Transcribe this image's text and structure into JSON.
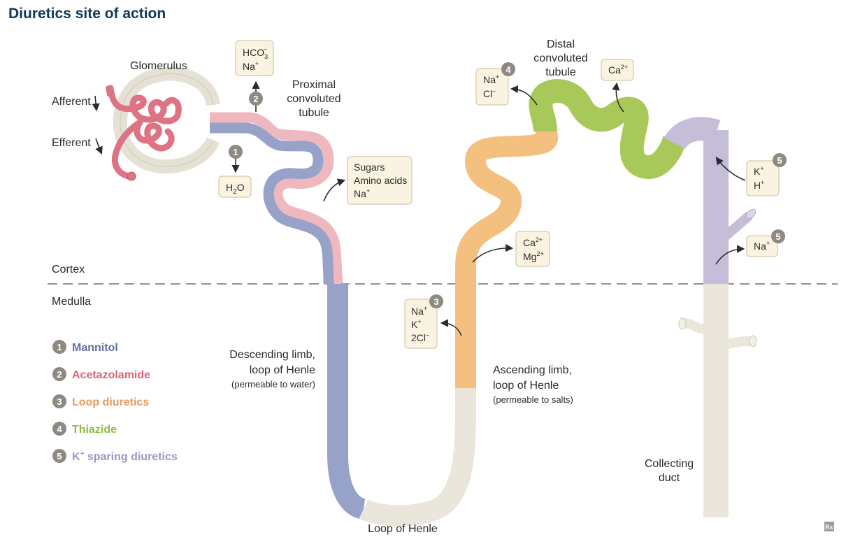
{
  "title": "Diuretics site of action",
  "regions": {
    "cortex": "Cortex",
    "medulla": "Medulla"
  },
  "structures": {
    "glomerulus": "Glomerulus",
    "afferent": "Afferent",
    "efferent": "Efferent",
    "pct_line1": "Proximal",
    "pct_line2": "convoluted",
    "pct_line3": "tubule",
    "dct_line1": "Distal",
    "dct_line2": "convoluted",
    "dct_line3": "tubule",
    "desc_line1": "Descending limb,",
    "desc_line2": "loop of Henle",
    "desc_note": "(permeable to water)",
    "asc_line1": "Ascending limb,",
    "asc_line2": "loop of Henle",
    "asc_note": "(permeable to salts)",
    "loop": "Loop of Henle",
    "cd_line1": "Collecting",
    "cd_line2": "duct"
  },
  "boxes": {
    "water": {
      "text": "H",
      "sub": "2",
      "tail": "O"
    },
    "bicarb": {
      "line1": "HCO",
      "line1_sub": "3",
      "line1_sup": "–",
      "line2": "Na",
      "line2_sup": "+"
    },
    "sugars": {
      "line1": "Sugars",
      "line2": "Amino acids",
      "line3": "Na",
      "line3_sup": "+"
    },
    "loop_ions": {
      "line1": "Na",
      "line1_sup": "+",
      "line2": "K",
      "line2_sup": "+",
      "line3": "2Cl",
      "line3_sup": "–"
    },
    "camg": {
      "line1": "Ca",
      "line1_sup": "2+",
      "line2": "Mg",
      "line2_sup": "2+"
    },
    "dct_nacl": {
      "line1": "Na",
      "line1_sup": "+",
      "line2": "Cl",
      "line2_sup": "–"
    },
    "dct_ca": {
      "line1": "Ca",
      "line1_sup": "2+"
    },
    "cd_kh": {
      "line1": "K",
      "line1_sup": "+",
      "line2": "H",
      "line2_sup": "+"
    },
    "cd_na": {
      "line1": "Na",
      "line1_sup": "+"
    }
  },
  "markers": {
    "m1": "1",
    "m2": "2",
    "m3": "3",
    "m4": "4",
    "m5a": "5",
    "m5b": "5"
  },
  "legend": [
    {
      "num": "1",
      "label": "Mannitol",
      "color": "#5e6ea5"
    },
    {
      "num": "2",
      "label": "Acetazolamide",
      "color": "#d9627a"
    },
    {
      "num": "3",
      "label": "Loop diuretics",
      "color": "#e89b5d"
    },
    {
      "num": "4",
      "label": "Thiazide",
      "color": "#8cbf3f"
    },
    {
      "num": "5",
      "label": "K",
      "label_sup": "+",
      "label_tail": " sparing diuretics",
      "color": "#9f93c2"
    }
  ],
  "logo": "Rx",
  "colors": {
    "mannitol": "#97a2c9",
    "acetazolamide": "#efb8bf",
    "loop": "#f3c07f",
    "thiazide": "#a8c95a",
    "ksparing": "#c6bdd8",
    "tube": "#ebe6db",
    "glomerulus": "#de7383",
    "marker": "#8e8a82"
  }
}
